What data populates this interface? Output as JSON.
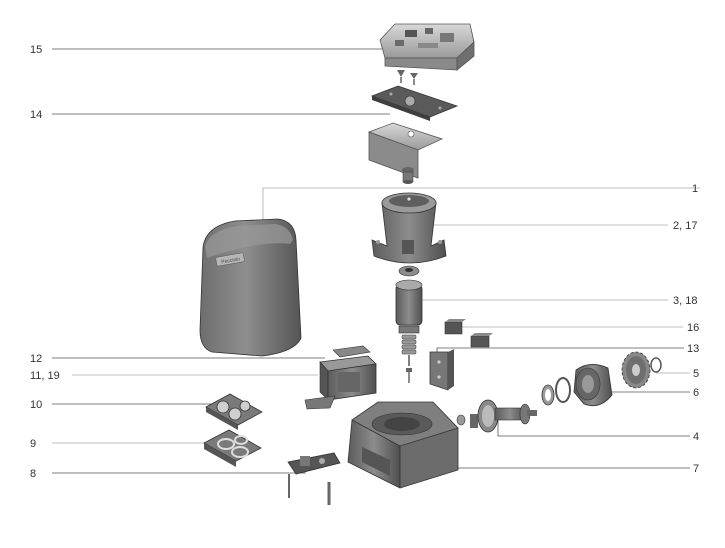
{
  "callouts": {
    "c15": "15",
    "c14": "14",
    "c1": "1",
    "c2_17": "2, 17",
    "c3_18": "3, 18",
    "c16": "16",
    "c13": "13",
    "c12": "12",
    "c11_19": "11, 19",
    "c5": "5",
    "c6": "6",
    "c10": "10",
    "c4": "4",
    "c9": "9",
    "c7": "7",
    "c8": "8"
  },
  "cover_label": "Peccinin"
}
